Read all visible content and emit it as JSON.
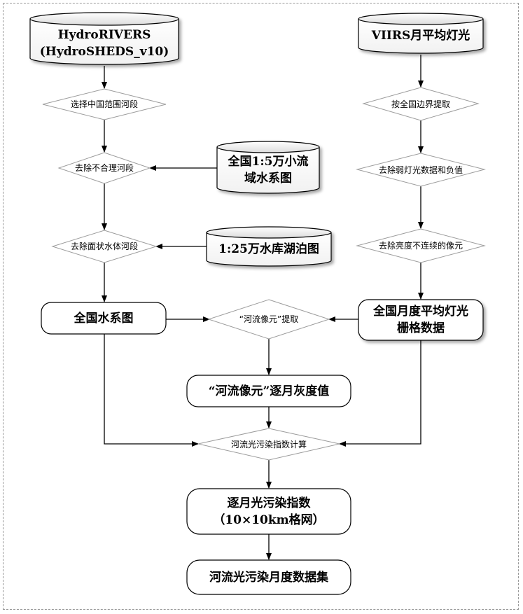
{
  "sources": {
    "hydrorivers": "HydroRIVERS\n(HydroSHEDS_v10)",
    "viirs": "VIIRS月平均灯光",
    "small_basin": "全国1:5万小流\n域水系图",
    "reservoir": "1:25万水库湖泊图"
  },
  "steps": {
    "select_china": "选择中国范围河段",
    "remove_unreasonable": "去除不合理河段",
    "remove_planar": "去除面状水体河段",
    "extract_boundary": "按全国边界提取",
    "remove_weak": "去除弱灯光数据和负值",
    "remove_discontinuous": "去除亮度不连续的像元",
    "river_pixel_extract": "“河流像元”提取",
    "pollution_index_calc": "河流光污染指数计算"
  },
  "results": {
    "national_water": "全国水系图",
    "monthly_light_raster": "全国月度平均灯光\n栅格数据",
    "monthly_gray": "“河流像元”逐月灰度值",
    "monthly_index": "逐月光污染指数\n（10×10km格网）",
    "dataset": "河流光污染月度数据集"
  }
}
